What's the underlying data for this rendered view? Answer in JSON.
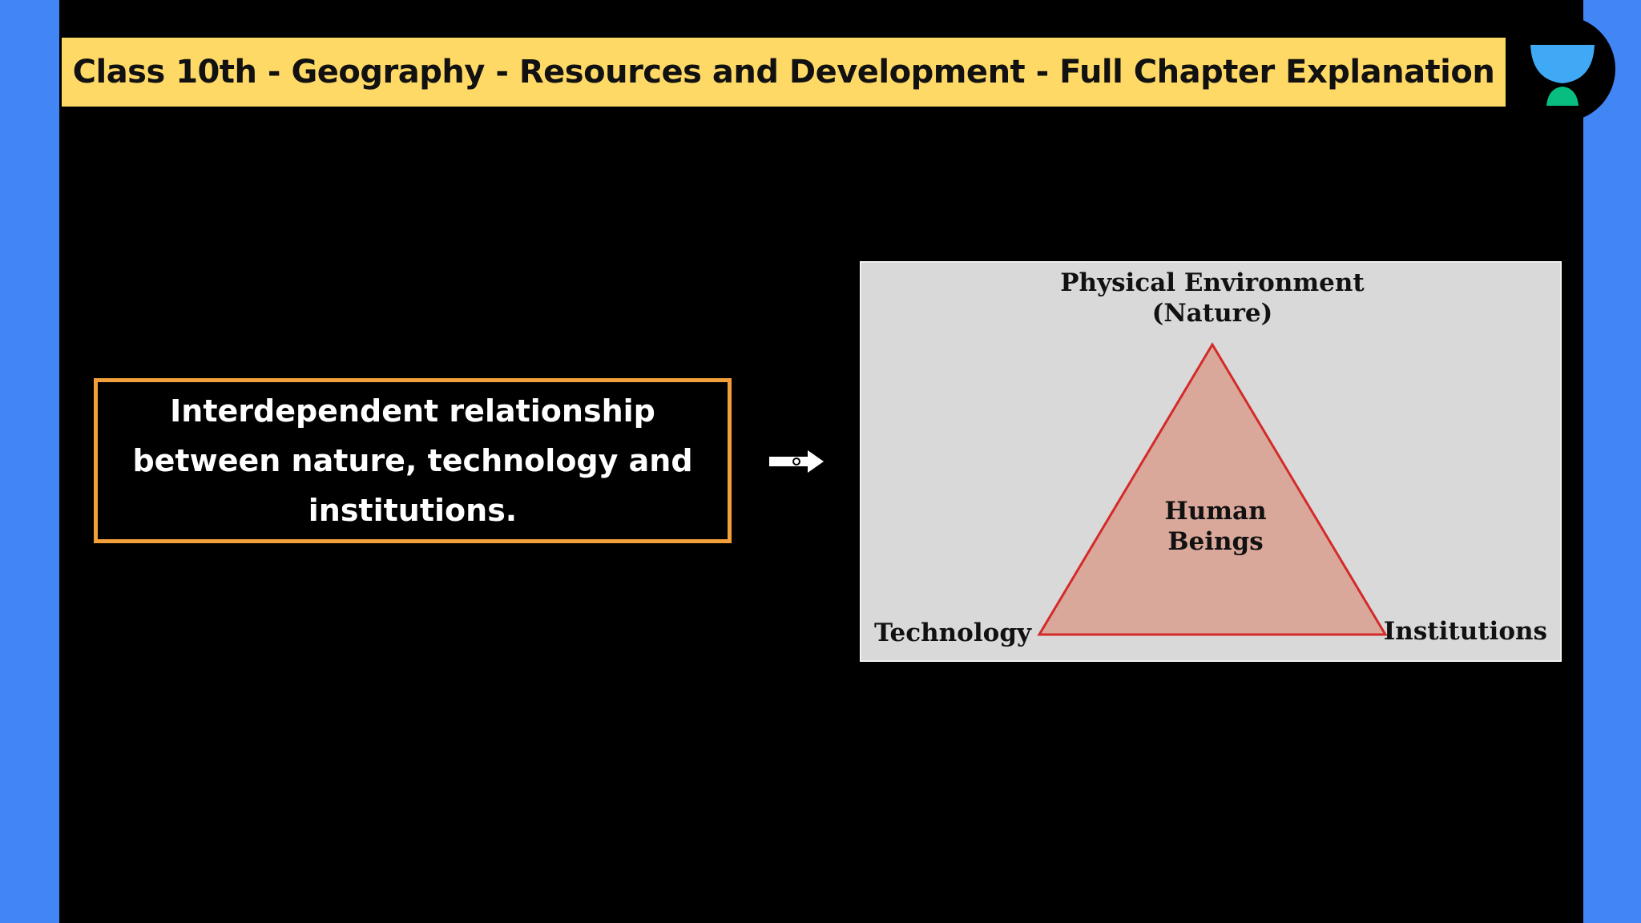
{
  "header": {
    "title": "Class 10th - Geography - Resources and Development - Full Chapter Explanation"
  },
  "slide": {
    "statement": "Interdependent relationship between nature, technology and institutions.",
    "arrow_icon": "arrow-right-icon"
  },
  "diagram": {
    "top_label_line1": "Physical Environment",
    "top_label_line2": "(Nature)",
    "center_label_line1": "Human",
    "center_label_line2": "Beings",
    "left_label": "Technology",
    "right_label": "Institutions"
  },
  "logo": {
    "icon": "unacademy-logo-icon"
  },
  "colors": {
    "side_bar": "#4285f4",
    "title_bar": "#ffd966",
    "box_border": "#f4a03a",
    "diagram_bg": "#d9d9d9",
    "triangle_fill": "#d9a89a",
    "triangle_stroke": "#d42a2a",
    "logo_bg": "#000000",
    "logo_top": "#3fa9f5",
    "logo_bottom": "#08bd80"
  }
}
